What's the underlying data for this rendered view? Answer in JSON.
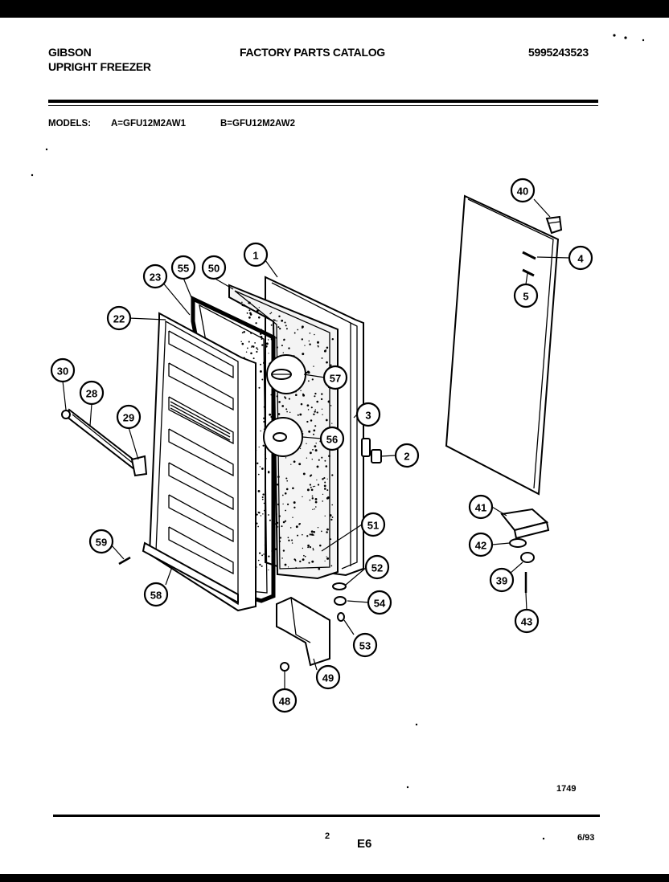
{
  "header": {
    "brand": "GIBSON",
    "product": "UPRIGHT FREEZER",
    "catalog_title": "FACTORY PARTS CATALOG",
    "catalog_number": "5995243523"
  },
  "models": {
    "label": "MODELS:",
    "model_a": "A=GFU12M2AW1",
    "model_b": "B=GFU12M2AW2"
  },
  "diagram": {
    "callouts": [
      "1",
      "2",
      "3",
      "4",
      "5",
      "22",
      "23",
      "28",
      "29",
      "30",
      "39",
      "40",
      "41",
      "42",
      "43",
      "48",
      "49",
      "50",
      "51",
      "52",
      "53",
      "54",
      "55",
      "56",
      "57",
      "58",
      "59"
    ]
  },
  "footer": {
    "figure_number": "1749",
    "page_number": "2",
    "section_code": "E6",
    "date": "6/93"
  }
}
